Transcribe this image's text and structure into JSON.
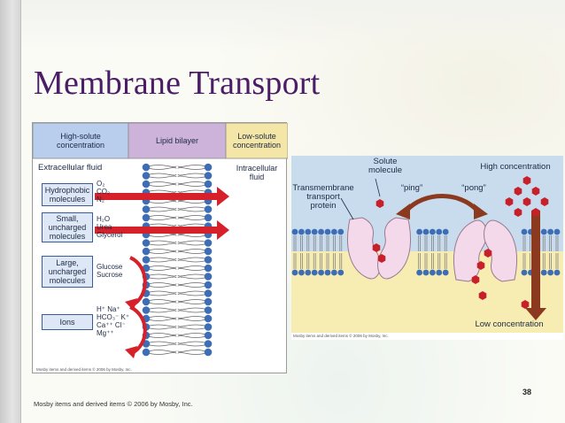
{
  "slide": {
    "title": "Membrane Transport",
    "page_number": "38",
    "footer_credit": "Mosby items and derived items © 2006 by Mosby, Inc."
  },
  "left_figure": {
    "headers": {
      "high_solute": "High-solute\nconcentration",
      "lipid_bilayer": "Lipid bilayer",
      "low_solute": "Low-solute\nconcentration"
    },
    "extracellular": "Extracellular fluid",
    "intracellular": "Intracellular\nfluid",
    "categories": [
      {
        "label": "Hydrophobic\nmolecules",
        "molecules": "O₂\nCO₂\nN₂"
      },
      {
        "label": "Small,\nuncharged\nmolecules",
        "molecules": "H₂O\nUrea\nGlycerol"
      },
      {
        "label": "Large,\nuncharged\nmolecules",
        "molecules": "Glucose\nSucrose"
      },
      {
        "label": "Ions",
        "molecules": "H⁺ Na⁺\nHCO₃⁻ K⁺\nCa⁺⁺ Cl⁻\nMg⁺⁺"
      }
    ],
    "credit": "Mosby items and derived items © 2006 by Mosby, Inc.",
    "colors": {
      "header_blue": "#b9cdec",
      "header_purple": "#cdb3d9",
      "header_yellow": "#f3e6a6",
      "arrow_red": "#d6202a",
      "lipid_head": "#3d6db4"
    }
  },
  "right_figure": {
    "labels": {
      "solute_molecule": "Solute\nmolecule",
      "high_concentration": "High concentration",
      "transmembrane_protein": "Transmembrane\ntransport\nprotein",
      "ping": "“ping”",
      "pong": "“pong”",
      "low_concentration": "Low concentration"
    },
    "credit": "Mosby items and derived items © 2006 by Mosby, Inc.",
    "colors": {
      "top_fluid": "#c9dcee",
      "bottom_fluid": "#f7ecb2",
      "protein": "#f3d9ea",
      "solute": "#c8202a",
      "arrow_brown": "#8b3a1f"
    }
  }
}
